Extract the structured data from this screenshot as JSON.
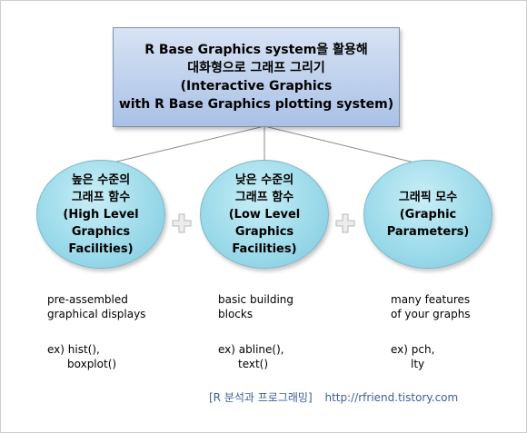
{
  "title_box": {
    "lines": [
      "R Base Graphics system을 활용해",
      "대화형으로 그래프 그리기",
      "(Interactive Graphics",
      "with R Base Graphics plotting system)"
    ]
  },
  "nodes": [
    {
      "lines": [
        "높은 수준의",
        "그래프 함수",
        "(High Level",
        "Graphics",
        "Facilities)"
      ],
      "description": [
        "pre-assembled",
        "graphical displays"
      ],
      "example": [
        "ex) hist(),",
        "boxplot()"
      ]
    },
    {
      "lines": [
        "낮은 수준의",
        "그래프 함수",
        "(Low Level",
        "Graphics",
        "Facilities)"
      ],
      "description": [
        "basic building",
        "blocks"
      ],
      "example": [
        "ex) abline(),",
        "text()"
      ]
    },
    {
      "lines": [
        "그래픽 모수",
        "(Graphic",
        "Parameters)"
      ],
      "description": [
        "many features",
        "of your graphs"
      ],
      "example": [
        "ex) pch,",
        "lty"
      ]
    }
  ],
  "footer": {
    "blog": "[R 분석과 프로그래밍]",
    "url": "http://rfriend.tistory.com"
  },
  "colors": {
    "box_top": "#d8e3f4",
    "box_bottom": "#a9c1e6",
    "circle_fill": "#9ddbea",
    "connector": "#8a8a8a",
    "plus_fill": "#ececec",
    "footer_text": "#3b5f9a"
  }
}
